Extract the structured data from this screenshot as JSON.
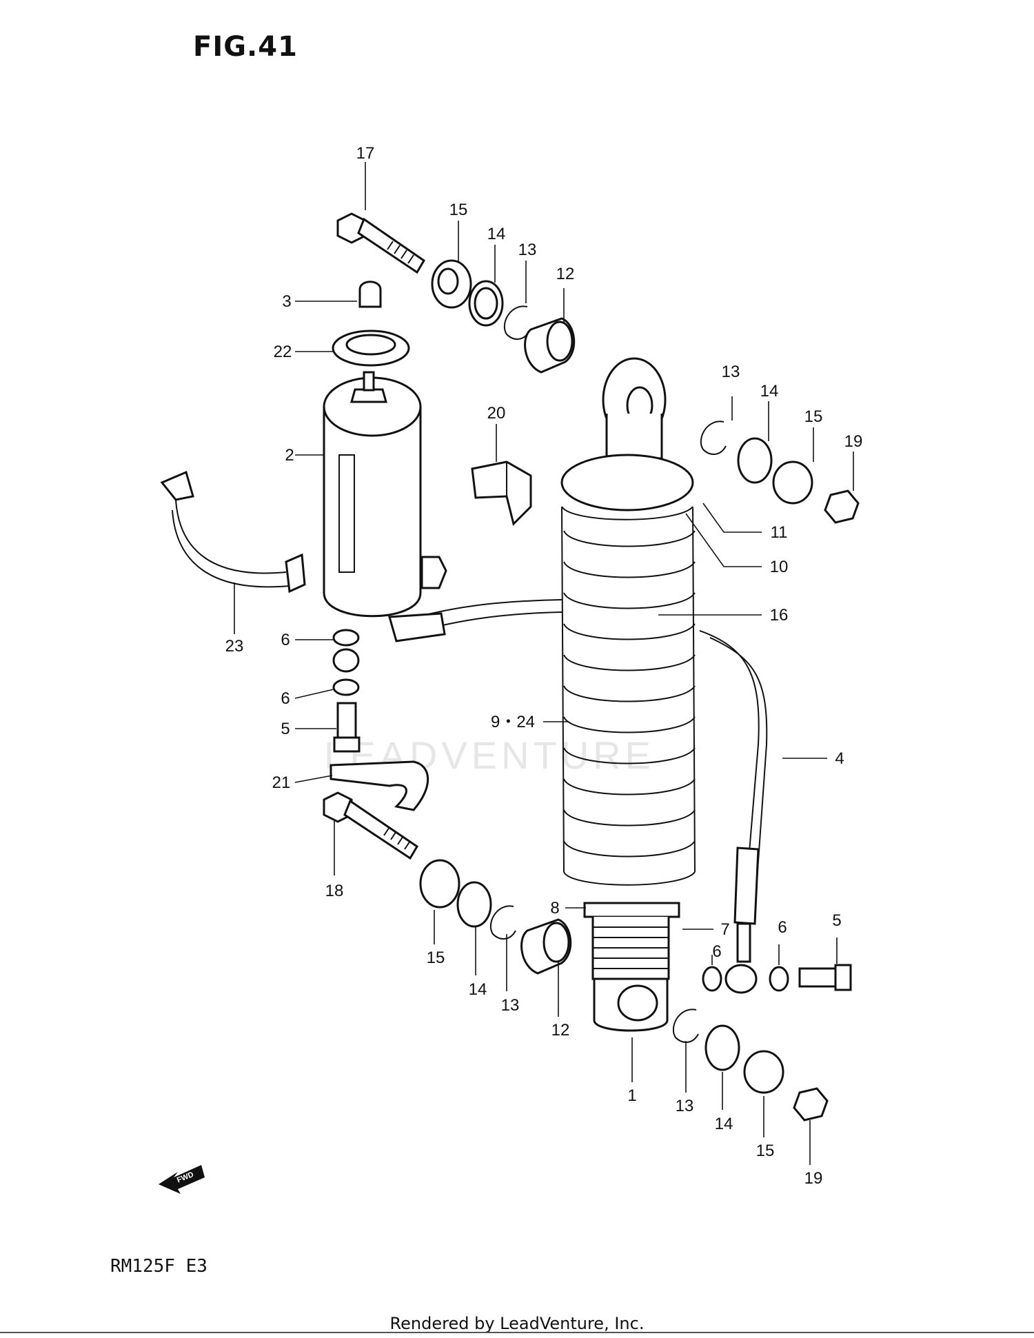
{
  "figure": {
    "title": "FIG.41",
    "model": "RM125F  E3"
  },
  "watermark": "LEADVENTURE",
  "footer": "Rendered by LeadVenture, Inc.",
  "fwd_label": "FWD",
  "callouts": {
    "c17": "17",
    "c15a": "15",
    "c14a": "14",
    "c13a": "13",
    "c12a": "12",
    "c3": "3",
    "c22": "22",
    "c2": "2",
    "c20": "20",
    "c23": "23",
    "c13b": "13",
    "c14b": "14",
    "c15b": "15",
    "c19a": "19",
    "c11": "11",
    "c10": "10",
    "c16": "16",
    "c6a": "6",
    "c6b": "6",
    "c5a": "5",
    "c21": "21",
    "c924": "9・24",
    "c4": "4",
    "c18": "18",
    "c8": "8",
    "c7": "7",
    "c15c": "15",
    "c14c": "14",
    "c13c": "13",
    "c12b": "12",
    "c6c": "6",
    "c6d": "6",
    "c5b": "5",
    "c1": "1",
    "c13d": "13",
    "c14d": "14",
    "c15d": "15",
    "c19b": "19"
  }
}
